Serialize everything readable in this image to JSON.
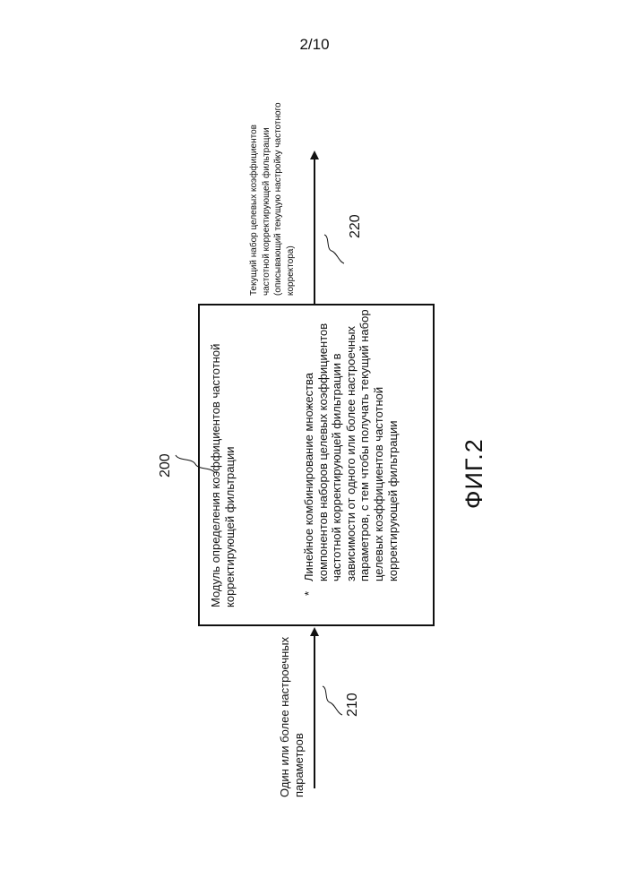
{
  "page_number": "2/10",
  "module": {
    "ref": "200",
    "title": "Модуль определения коэффициентов частотной корректирующей фильтрации",
    "bullet_marker": "*",
    "bullet": "Линейное комбинирование множества компонентов наборов целевых коэффициентов частотной корректирующей фильтрации в зависимости от одного или более настроечных параметров, с тем чтобы получать текущий набор целевых коэффициентов частотной корректирующей фильтрации"
  },
  "input": {
    "ref": "210",
    "label": "Один или более настроечных параметров"
  },
  "output": {
    "ref": "220",
    "label": "Текущий набор целевых коэффициентов частотной корректирующей фильтрации (описывающий текущую настройку частотного корректора)"
  },
  "figure_caption": "ФИГ.2",
  "colors": {
    "line": "#111111",
    "background": "#ffffff"
  }
}
